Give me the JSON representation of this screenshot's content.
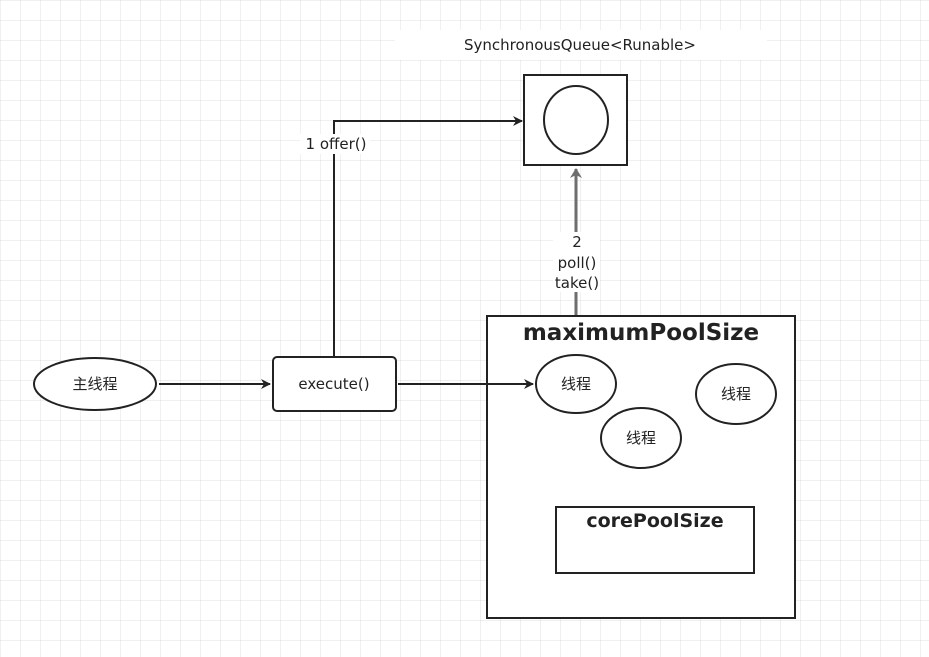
{
  "queue": {
    "title": "SynchronousQueue<Runable>"
  },
  "main_thread": {
    "label": "主线程"
  },
  "execute": {
    "label": "execute()"
  },
  "offer_edge": {
    "label": "1 offer()"
  },
  "poll_edge": {
    "lines": [
      "2",
      "poll()",
      "take()"
    ]
  },
  "max_pool": {
    "label": "maximumPoolSize"
  },
  "core_pool": {
    "label": "corePoolSize"
  },
  "threads": [
    "线程",
    "线程",
    "线程"
  ],
  "colors": {
    "stroke": "#222222",
    "queue_arrow": "#6e6e6e",
    "background": "#ffffff"
  }
}
